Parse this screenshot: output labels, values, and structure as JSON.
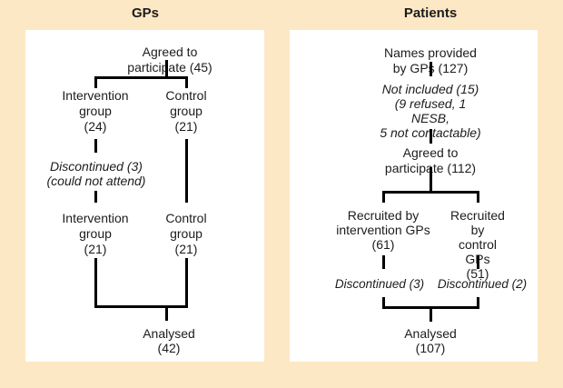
{
  "colors": {
    "background": "#fde8c6",
    "panel": "#ffffff",
    "line": "#000000",
    "text": "#1c1c1c"
  },
  "gps_panel": {
    "title": "GPs",
    "agreed": "Agreed to participate (45)",
    "intervention_initial": "Intervention\ngroup\n(24)",
    "control_initial": "Control\ngroup\n(21)",
    "discontinued": "Discontinued (3)\n(could not attend)",
    "intervention_final": "Intervention\ngroup\n(21)",
    "control_final": "Control\ngroup\n(21)",
    "analysed": "Analysed\n(42)"
  },
  "patients_panel": {
    "title": "Patients",
    "names_provided": "Names provided by GPs (127)",
    "not_included": "Not included (15)\n(9 refused, 1 NESB,\n5 not contactable)",
    "agreed": "Agreed to participate (112)",
    "recruited_by_intervention": "Recruited by\nintervention GPs\n(61)",
    "recruited_by_control": "Recruited by\ncontrol GPs\n(51)",
    "discontinued_intervention": "Discontinued (3)",
    "discontinued_control": "Discontinued (2)",
    "analysed": "Analysed\n(107)"
  }
}
